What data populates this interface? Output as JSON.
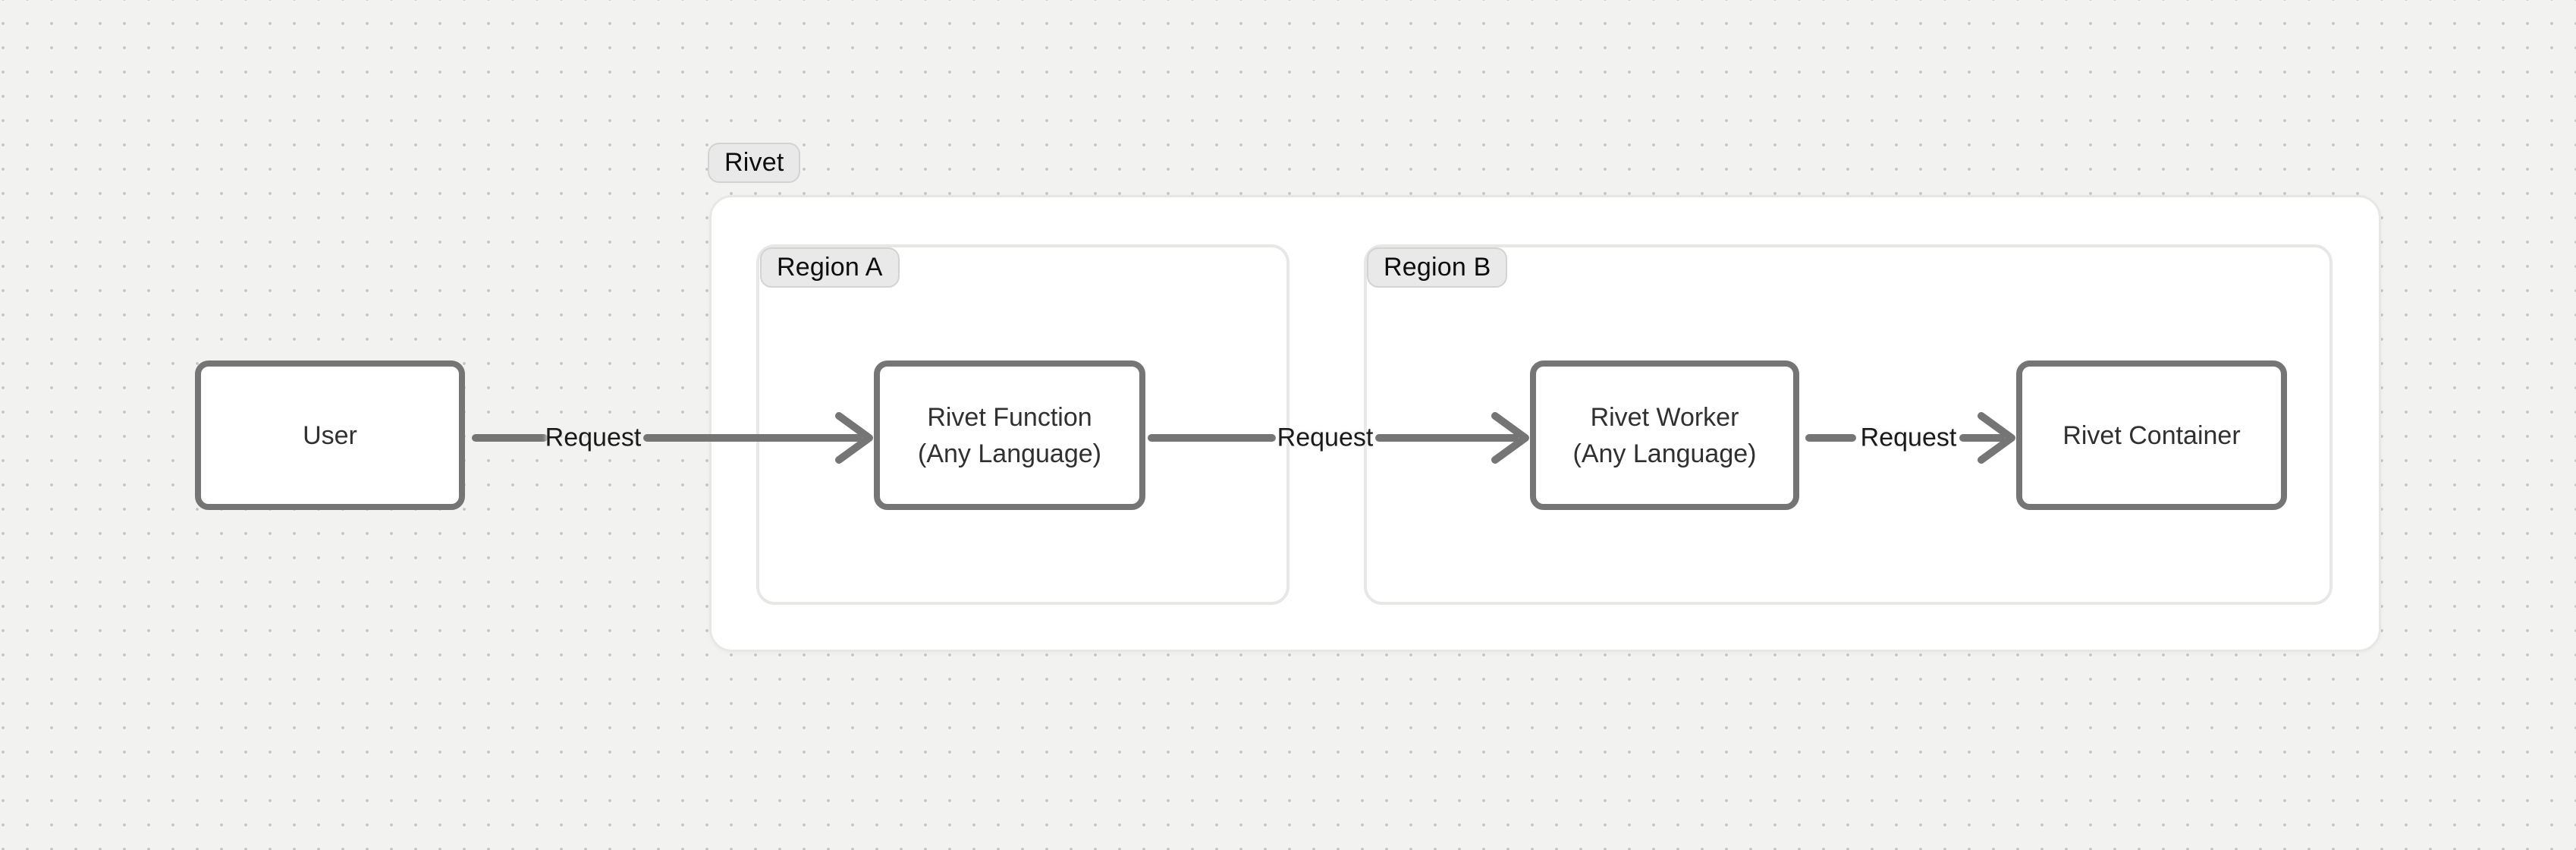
{
  "colors": {
    "canvas-bg": "#f2f2f1",
    "dot": "#c2c2c2",
    "surface": "#ffffff",
    "surface-border": "#e7e7e6",
    "badge-bg": "#e9e9e9",
    "badge-border": "#d3d3d3",
    "node-border": "#757575",
    "edge": "#757575",
    "badge-text": "#0d0d0d",
    "node-text": "#303030",
    "edge-label": "#1a1a1a"
  },
  "diagram": {
    "groups": {
      "rivet": {
        "label": "Rivet"
      },
      "region_a": {
        "label": "Region A"
      },
      "region_b": {
        "label": "Region B"
      }
    },
    "nodes": {
      "user": {
        "label": "User"
      },
      "function": {
        "label": "Rivet Function",
        "sublabel": "(Any Language)"
      },
      "worker": {
        "label": "Rivet Worker",
        "sublabel": "(Any Language)"
      },
      "container": {
        "label": "Rivet Container"
      }
    },
    "edges": {
      "user_to_function": {
        "label": "Request"
      },
      "function_to_worker": {
        "label": "Request"
      },
      "worker_to_container": {
        "label": "Request"
      }
    }
  }
}
